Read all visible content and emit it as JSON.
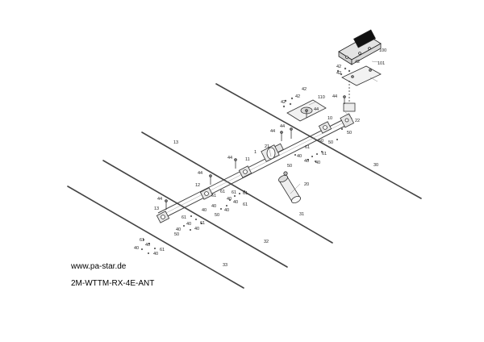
{
  "website": "www.pa-star.de",
  "drawing_title": "2M-WTTM-RX-4E-ANT",
  "elements": [
    {
      "part": "30"
    },
    {
      "part": "31"
    },
    {
      "part": "32"
    },
    {
      "part": "33"
    }
  ],
  "callouts": {
    "c100": "100",
    "c101": "101",
    "c110": "110",
    "c42a": "42",
    "c42b": "42",
    "c42c": "42",
    "c42d": "42",
    "c42e": "42",
    "c42f": "42",
    "c44a": "44",
    "c44b": "44",
    "c44c": "44",
    "c44d": "44",
    "c44e": "44",
    "c44f": "44",
    "c44g": "44",
    "c10": "10",
    "c22": "22",
    "c50a": "50",
    "c50b": "50",
    "c50c": "50",
    "c50d": "50",
    "c50e": "50",
    "c50f": "50",
    "c21": "21",
    "c1": "1",
    "c11": "11",
    "c12": "12",
    "c13a": "13",
    "c13b": "13",
    "c20": "20",
    "c30": "30",
    "c31": "31",
    "c32": "32",
    "c33": "33",
    "c61a": "61",
    "c61b": "61",
    "c61c": "61",
    "c61d": "61",
    "c61e": "61",
    "c61f": "61",
    "c61g": "61",
    "c61h": "61",
    "c61i": "61",
    "c61j": "61",
    "c61k": "61",
    "c40a": "40",
    "c40b": "40",
    "c40c": "40",
    "c40d": "40",
    "c40e": "40",
    "c40f": "40",
    "c40g": "40",
    "c40h": "40",
    "c40i": "40",
    "c40j": "40",
    "c40k": "40",
    "c40l": "40",
    "c40m": "40",
    "c40n": "40"
  },
  "colors": {
    "line": "#444444",
    "label": "#222222",
    "background": "#ffffff"
  }
}
